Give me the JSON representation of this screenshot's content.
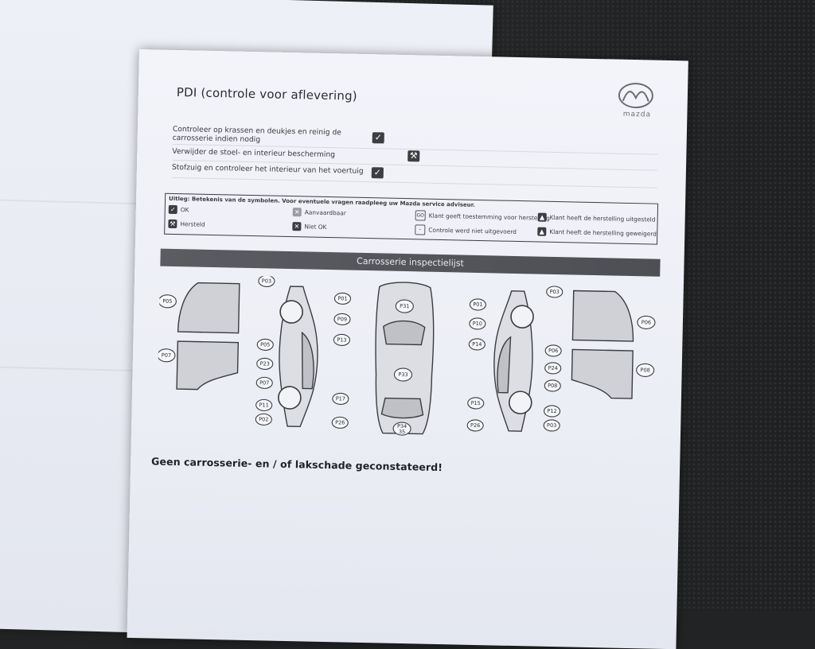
{
  "document": {
    "title": "PDI (controle voor aflevering)",
    "brand": "mazda",
    "checklist": [
      {
        "label": "Controleer op krassen en deukjes en reinig de carrosserie indien nodig",
        "status_icon": "check-icon"
      },
      {
        "label": "Verwijder de stoel- en interieur bescherming",
        "status_icon": "wrench-icon"
      },
      {
        "label": "Stofzuig en controleer het interieur van het voertuig",
        "status_icon": "check-icon"
      }
    ],
    "legend": {
      "heading": "Uitleg: Betekenis van de symbolen. Voor eventuele vragen raadpleeg uw Mazda service adviseur.",
      "ok": "OK",
      "hersteld": "Hersteld",
      "aanvaardbaar": "Aanvaardbaar",
      "niet_ok": "Niet OK",
      "go_label": "GO",
      "go": "Klant geeft toestemming voor herstelling",
      "controle": "Controle werd niet uitgevoerd",
      "uitgesteld": "Klant heeft de herstelling uitgesteld",
      "geweigerd": "Klant heeft de herstelling geweigerd"
    },
    "section_title": "Carrosserie inspectielijst",
    "points": {
      "p01": "P01",
      "p02": "P02",
      "p03": "P03",
      "p05": "P05",
      "p06": "P06",
      "p07": "P07",
      "p08": "P08",
      "p09": "P09",
      "p10": "P10",
      "p11": "P11",
      "p12": "P12",
      "p13": "P13",
      "p14": "P14",
      "p15": "P15",
      "p17": "P17",
      "p23": "P23",
      "p24": "P24",
      "p26": "P26",
      "p31": "P31",
      "p33": "P33",
      "p34": "P34",
      "p35": "35"
    },
    "statement": "Geen carrosserie- en / of lakschade geconstateerd!"
  },
  "colors": {
    "paper": "#eceef5",
    "ink": "#3b3c40",
    "band": "#54565b",
    "seat": "#222324"
  }
}
